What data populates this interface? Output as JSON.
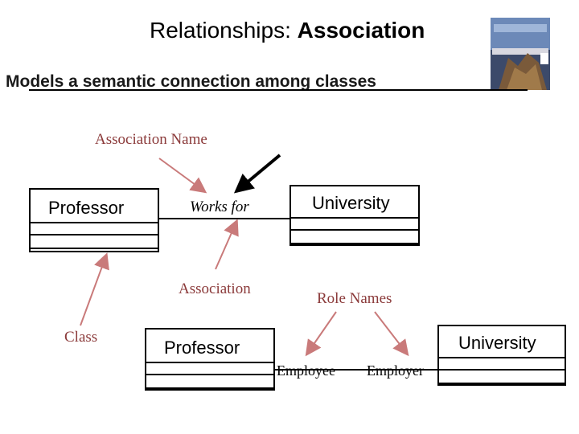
{
  "slide": {
    "title_prefix": "Relationships: ",
    "title_bold": "Association",
    "subtitle": "Models a semantic connection among classes"
  },
  "diagram1": {
    "annotation_association_name": "Association Name",
    "class_left": "Professor",
    "class_right": "University",
    "association_label": "Works for",
    "annotation_association": "Association",
    "annotation_class": "Class"
  },
  "diagram2": {
    "annotation_role_names": "Role Names",
    "class_left": "Professor",
    "class_right": "University",
    "role_employee": "Employee",
    "role_employer": "Employer"
  },
  "colors": {
    "annotation": "#8b3a3a",
    "arrow": "#c97a7a",
    "line": "#000000"
  },
  "icons": {
    "book_cover": "book-cover-icon"
  }
}
